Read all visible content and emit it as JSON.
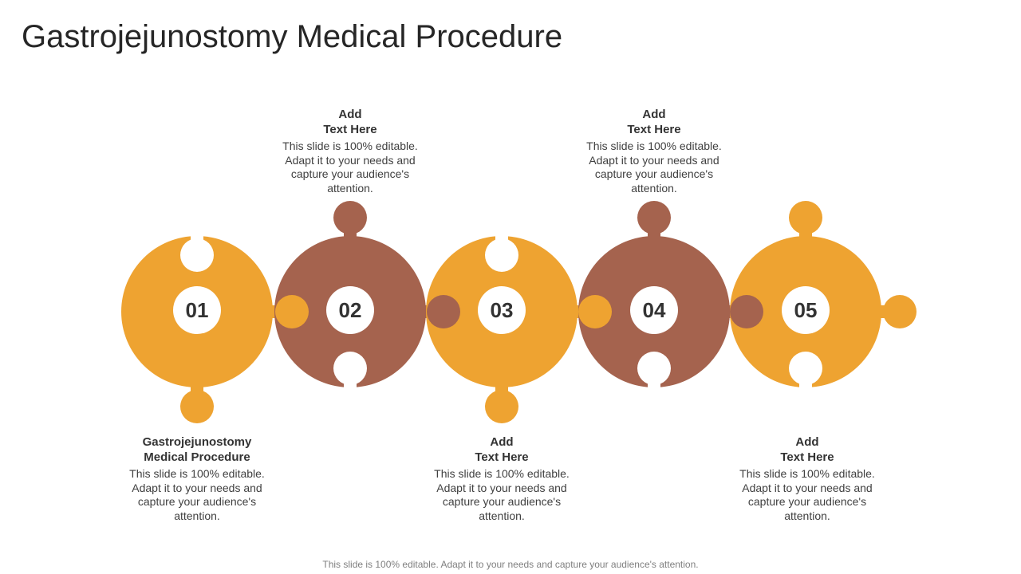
{
  "title": "Gastrojejunostomy Medical Procedure",
  "colors": {
    "orange": "#EEA331",
    "brown": "#A5634E"
  },
  "steps": [
    {
      "number": "01",
      "color": "orange",
      "heading_line1": "Gastrojejunostomy",
      "heading_line2": "Medical Procedure",
      "body": "This slide is 100% editable. Adapt it to your needs and capture your audience's attention."
    },
    {
      "number": "02",
      "color": "brown",
      "heading_line1": "Add",
      "heading_line2": "Text Here",
      "body": "This slide is 100% editable. Adapt it to your needs and capture your audience's attention."
    },
    {
      "number": "03",
      "color": "orange",
      "heading_line1": "Add",
      "heading_line2": "Text Here",
      "body": "This slide is 100% editable. Adapt it to your needs and capture your audience's attention."
    },
    {
      "number": "04",
      "color": "brown",
      "heading_line1": "Add",
      "heading_line2": "Text Here",
      "body": "This slide is 100% editable. Adapt it to your needs and capture your audience's attention."
    },
    {
      "number": "05",
      "color": "orange",
      "heading_line1": "Add",
      "heading_line2": "Text Here",
      "body": "This slide is 100% editable. Adapt it to your needs and capture your audience's attention."
    }
  ],
  "footer": "This slide is 100% editable. Adapt it to your needs and capture your audience's attention."
}
